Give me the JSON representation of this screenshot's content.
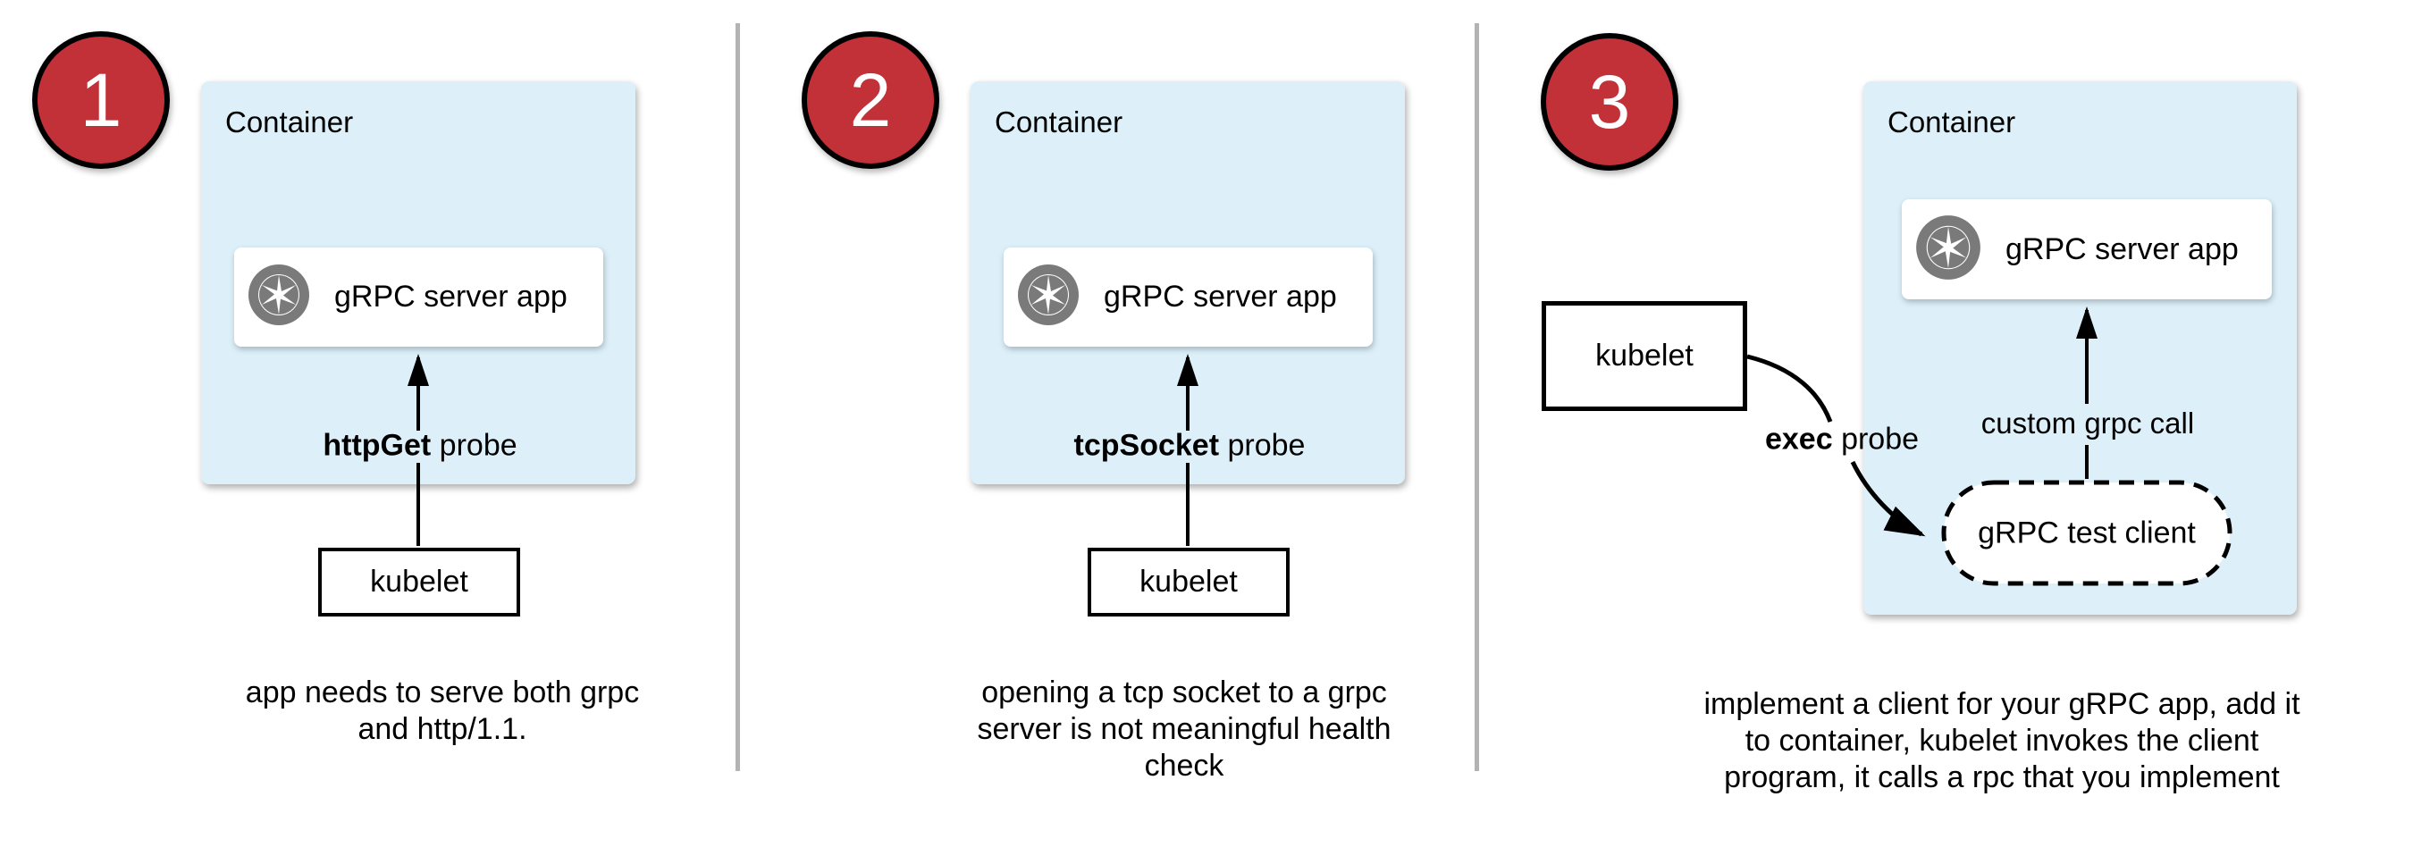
{
  "colors": {
    "badge_red": "#c23038",
    "container_blue": "#ddf0fa",
    "divider_gray": "#b3b3b3",
    "icon_gray": "#7a7a7a",
    "line_black": "#000000"
  },
  "panels": [
    {
      "number": "1",
      "container_label": "Container",
      "app_label": "gRPC server app",
      "app_icon": "aperture-icon",
      "probe_label_bold": "httpGet",
      "probe_label_rest": " probe",
      "kubelet_label": "kubelet",
      "caption_lines": [
        "app needs to serve both grpc",
        "and http/1.1."
      ]
    },
    {
      "number": "2",
      "container_label": "Container",
      "app_label": "gRPC server app",
      "app_icon": "aperture-icon",
      "probe_label_bold": "tcpSocket",
      "probe_label_rest": " probe",
      "kubelet_label": "kubelet",
      "caption_lines": [
        "opening a tcp socket to a grpc",
        "server is not meaningful health",
        "check"
      ]
    },
    {
      "number": "3",
      "container_label": "Container",
      "app_label": "gRPC server app",
      "app_icon": "aperture-icon",
      "probe_label_bold": "exec",
      "probe_label_rest": " probe",
      "kubelet_label": "kubelet",
      "arrow_label": "custom grpc call",
      "test_client_label": "gRPC test client",
      "caption_lines": [
        "implement a client for your gRPC app, add it",
        "to container, kubelet invokes the client",
        "program, it calls a rpc that you implement"
      ]
    }
  ]
}
